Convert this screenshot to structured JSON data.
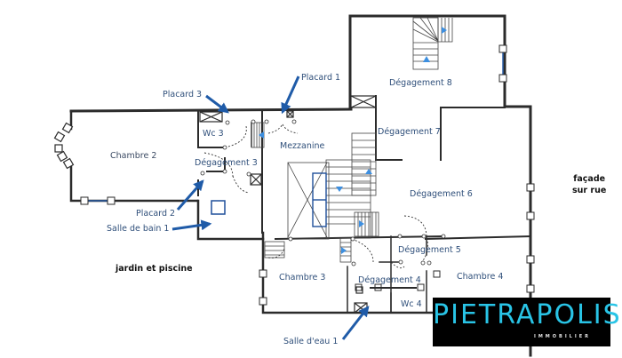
{
  "plan": {
    "rooms": [
      {
        "id": "chambre-2",
        "label": "Chambre 2"
      },
      {
        "id": "wc-3",
        "label": "Wc 3"
      },
      {
        "id": "degagement-3",
        "label": "Dégagement 3"
      },
      {
        "id": "mezzanine",
        "label": "Mezzanine"
      },
      {
        "id": "degagement-8",
        "label": "Dégagement 8"
      },
      {
        "id": "degagement-7",
        "label": "Dégagement 7"
      },
      {
        "id": "degagement-6",
        "label": "Dégagement 6"
      },
      {
        "id": "degagement-5",
        "label": "Dégagement 5"
      },
      {
        "id": "degagement-4",
        "label": "Dégagement 4"
      },
      {
        "id": "chambre-3",
        "label": "Chambre 3"
      },
      {
        "id": "chambre-4",
        "label": "Chambre 4"
      },
      {
        "id": "wc-4",
        "label": "Wc 4"
      }
    ],
    "callouts": [
      {
        "id": "placard-3",
        "label": "Placard 3"
      },
      {
        "id": "placard-1",
        "label": "Placard 1"
      },
      {
        "id": "placard-2",
        "label": "Placard 2"
      },
      {
        "id": "salle-de-bain-1",
        "label": "Salle de bain 1"
      },
      {
        "id": "salle-deau-1",
        "label": "Salle d'eau 1"
      }
    ],
    "annotations": {
      "garden": "jardin et piscine",
      "facade_line1": "façade",
      "facade_line2": "sur rue"
    },
    "colors": {
      "wall": "#2b2b2b",
      "label": "#2f4f7a",
      "arrow": "#1f5ba8",
      "stair_arrow": "#3d8fe0",
      "logo_bg": "#000000",
      "logo_text": "#29c4e6"
    }
  },
  "logo": {
    "name": "PIETRAPOLIS",
    "subtitle": "IMMOBILIER"
  }
}
